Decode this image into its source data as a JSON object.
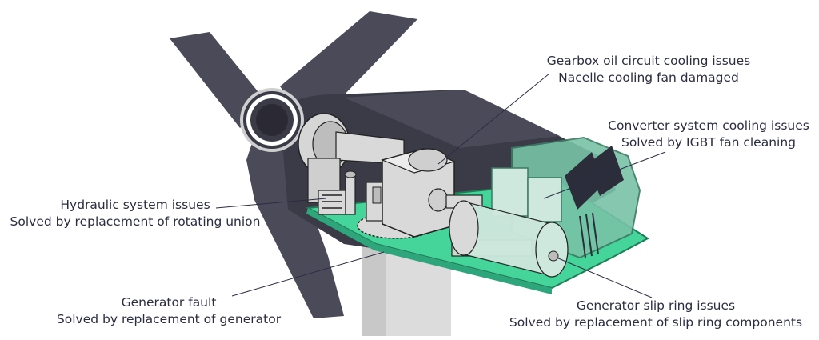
{
  "callouts": {
    "gearbox": {
      "line1": "Gearbox oil circuit cooling issues",
      "line2": "Nacelle cooling fan damaged"
    },
    "converter": {
      "line1": "Converter system cooling issues",
      "line2": "Solved by IGBT fan cleaning"
    },
    "hydraulic": {
      "line1": "Hydraulic system issues",
      "line2": "Solved by replacement of rotating union"
    },
    "generator": {
      "line1": "Generator fault",
      "line2": "Solved by replacement of generator"
    },
    "slip_ring": {
      "line1": "Generator slip ring issues",
      "line2": "Solved by replacement of slip ring components"
    }
  },
  "colors": {
    "blade": "#4b4a58",
    "nacelle": "#3b3a47",
    "platform": "#45d49a",
    "component": "#d9d9d9",
    "component_edge": "#222222",
    "cabinet_glass": "#79c3a7",
    "leader_line": "#2b2d42",
    "text": "#2b2d42"
  }
}
